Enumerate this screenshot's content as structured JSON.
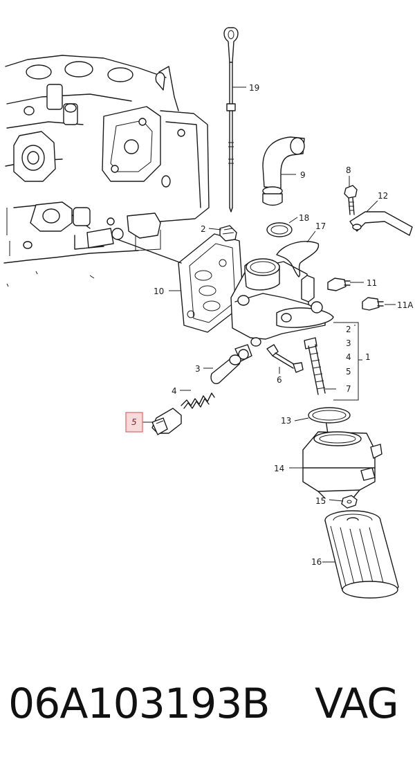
{
  "callouts": {
    "c19": "19",
    "c9": "9",
    "c8": "8",
    "c12": "12",
    "c18": "18",
    "c17": "17",
    "c2": "2",
    "c10": "10",
    "c11": "11",
    "c11a": "11A",
    "c2b": "2",
    "c3b": "3",
    "c4b": "4",
    "c5b": "5",
    "c7": "7",
    "c1": "1",
    "c3": "3",
    "c6": "6",
    "c4": "4",
    "c5": "5",
    "c13": "13",
    "c14": "14",
    "c15": "15",
    "c16": "16"
  },
  "highlight": {
    "part_callout": "5",
    "color": "#f8dada"
  },
  "footer": {
    "part_number": "06A103193B",
    "brand": "VAG"
  }
}
